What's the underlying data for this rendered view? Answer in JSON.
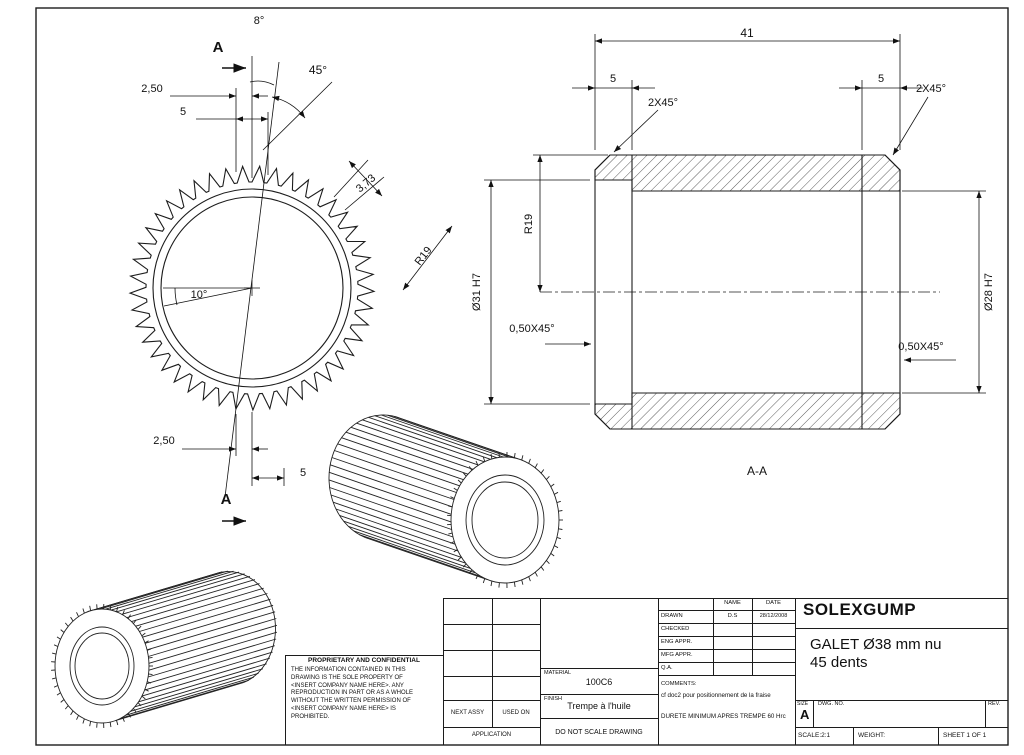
{
  "sheet": {
    "bg": "#ffffff",
    "line_color": "#1c1c1c"
  },
  "gear": {
    "teeth": 45
  },
  "front_view": {
    "section_label_top": "A",
    "section_label_bottom": "A",
    "dim_angle_8": "8°",
    "dim_angle_45": "45°",
    "dim_250_top": "2,50",
    "dim_5_top": "5",
    "dim_373": "3,73",
    "dim_r19": "R19",
    "dim_angle_10": "10°",
    "dim_250_bottom": "2,50",
    "dim_5_bottom": "5"
  },
  "section_view": {
    "dim_41": "41",
    "dim_5_left": "5",
    "dim_5_right": "5",
    "dim_2x45_left": "2X45°",
    "dim_2x45_right": "2X45°",
    "dim_r19": "R19",
    "dim_d31": "Ø31 H7",
    "dim_d28": "Ø28 H7",
    "dim_050x45_left": "0,50X45°",
    "dim_050x45_right": "0,50X45°",
    "label": "A-A"
  },
  "title_block": {
    "company": "SOLEXGUMP",
    "title_line1": "GALET Ø38 mm nu",
    "title_line2": "45 dents",
    "approvals": {
      "headers": {
        "name": "NAME",
        "date": "DATE"
      },
      "rows": [
        {
          "label": "DRAWN",
          "name": "D.S",
          "date": "28/12/2008"
        },
        {
          "label": "CHECKED",
          "name": "",
          "date": ""
        },
        {
          "label": "ENG APPR.",
          "name": "",
          "date": ""
        },
        {
          "label": "MFG APPR.",
          "name": "",
          "date": ""
        },
        {
          "label": "Q.A.",
          "name": "",
          "date": ""
        }
      ]
    },
    "comments_label": "COMMENTS:",
    "comment1": "cf doc2 pour positionnement de la fraise",
    "comment2": "DURETE MINIMUM APRES TREMPE 60 Hrc",
    "material_label": "MATERIAL",
    "material_value": "100C6",
    "finish_label": "FINISH",
    "finish_value": "Trempe à l'huile",
    "do_not_scale": "DO NOT SCALE DRAWING",
    "next_assy": "NEXT ASSY",
    "used_on": "USED ON",
    "application": "APPLICATION",
    "size_label": "SIZE",
    "size_value": "A",
    "dwg_no_label": "DWG. NO.",
    "rev_label": "REV.",
    "scale": "SCALE:2:1",
    "weight": "WEIGHT:",
    "sheet_of": "SHEET 1 OF 1",
    "proprietary_title": "PROPRIETARY AND CONFIDENTIAL",
    "proprietary_text": "THE INFORMATION CONTAINED IN THIS\nDRAWING IS THE SOLE PROPERTY OF\n<INSERT COMPANY NAME HERE>.  ANY\nREPRODUCTION IN PART OR AS A WHOLE\nWITHOUT THE WRITTEN PERMISSION OF\n<INSERT COMPANY NAME HERE> IS\nPROHIBITED."
  }
}
